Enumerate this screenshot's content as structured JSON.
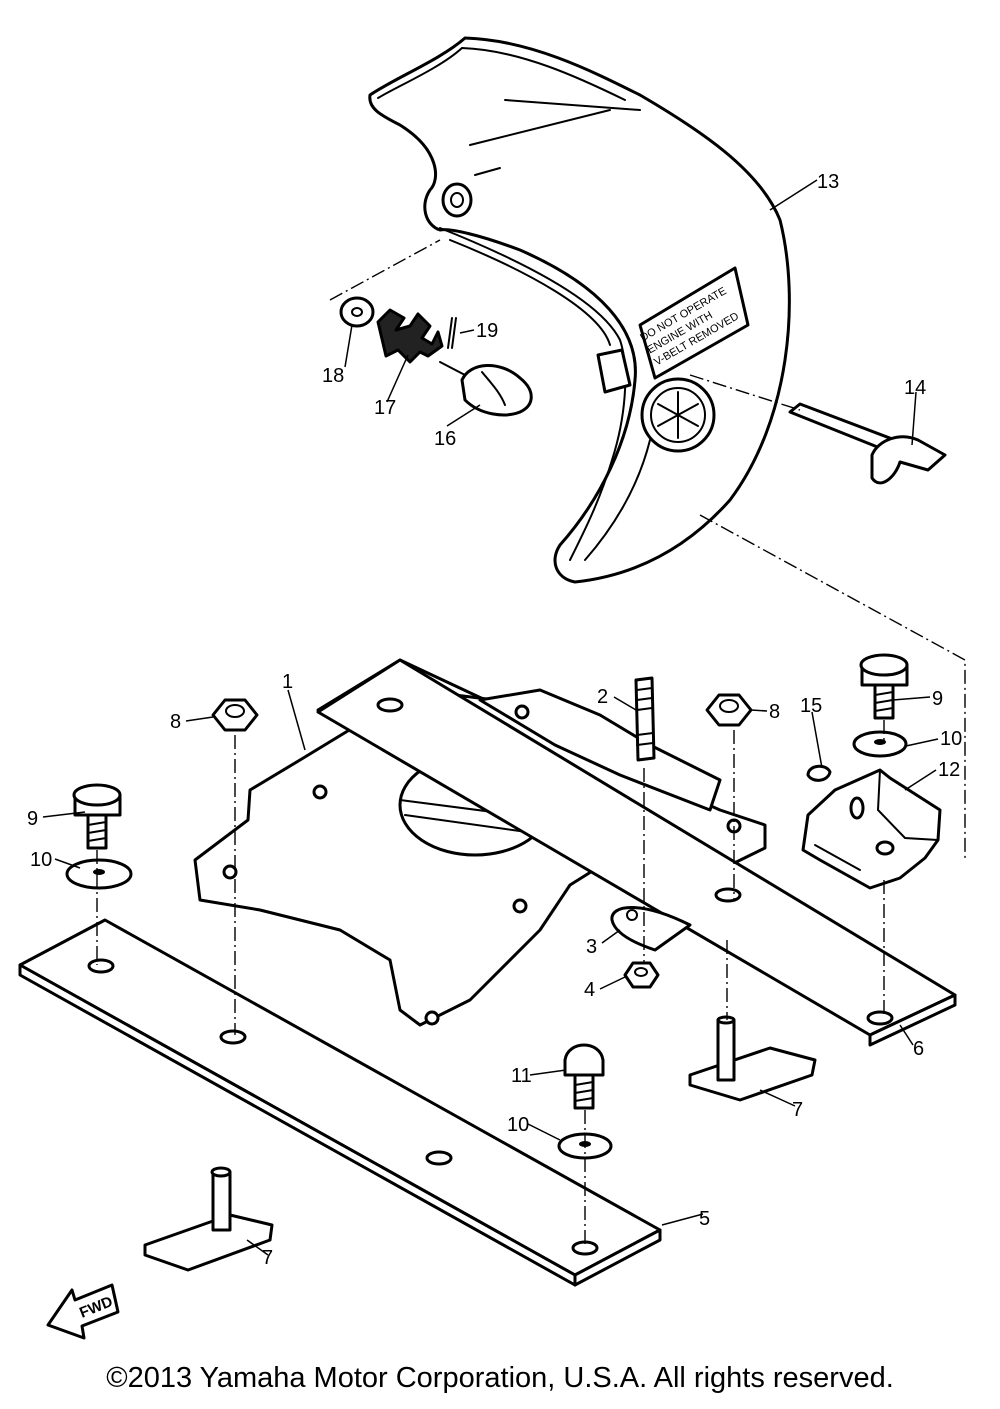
{
  "callouts": {
    "p1": "1",
    "p2": "2",
    "p3": "3",
    "p4": "4",
    "p5": "5",
    "p6": "6",
    "p7a": "7",
    "p7b": "7",
    "p8a": "8",
    "p8b": "8",
    "p9a": "9",
    "p9b": "9",
    "p10a": "10",
    "p10b": "10",
    "p10c": "10",
    "p11": "11",
    "p12": "12",
    "p13": "13",
    "p14": "14",
    "p15": "15",
    "p16": "16",
    "p17": "17",
    "p18": "18",
    "p19": "19"
  },
  "decal": {
    "line1": "DO NOT OPERATE",
    "line2": "ENGINE WITH",
    "line3": "V-BELT REMOVED"
  },
  "fwd_label": "FWD",
  "copyright": "©2013 Yamaha Motor Corporation, U.S.A. All rights reserved."
}
